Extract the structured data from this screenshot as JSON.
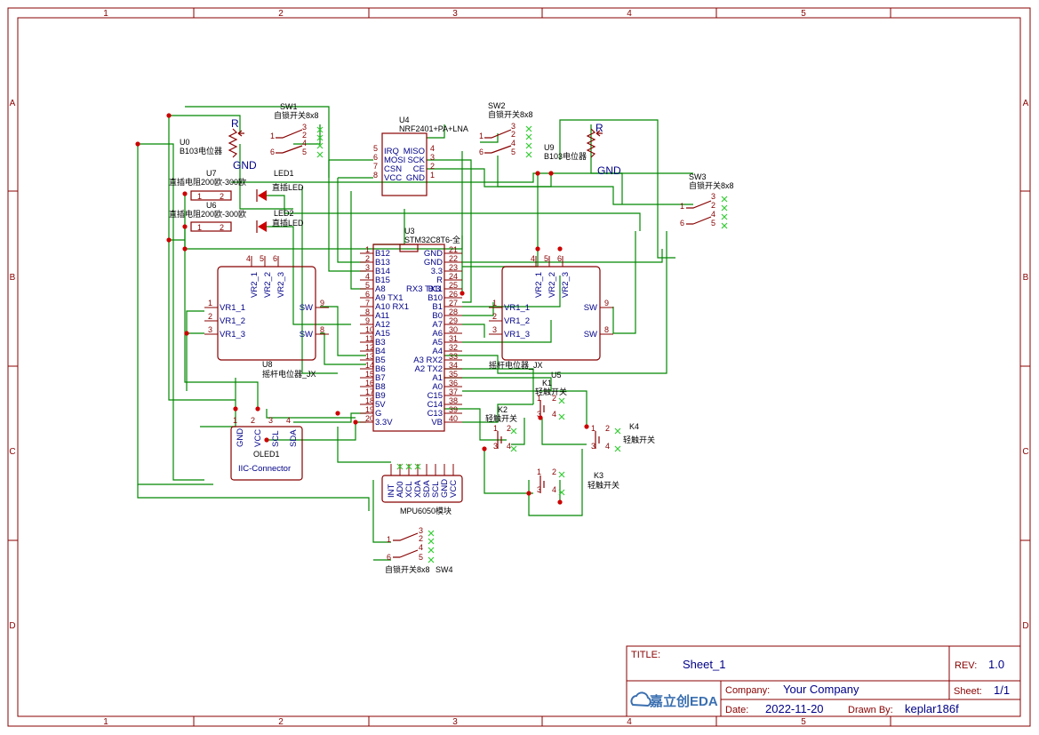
{
  "frame": {
    "columns": [
      "1",
      "2",
      "3",
      "4",
      "5"
    ],
    "rows": [
      "A",
      "B",
      "C",
      "D"
    ]
  },
  "title_block": {
    "title_label": "TITLE:",
    "title": "Sheet_1",
    "rev_label": "REV:",
    "rev": "1.0",
    "company_label": "Company:",
    "company": "Your Company",
    "sheet_label": "Sheet:",
    "sheet": "1/1",
    "date_label": "Date:",
    "date": "2022-11-20",
    "drawn_by_label": "Drawn By:",
    "drawn_by": "keplar186f",
    "logo_text": "嘉立创EDA"
  },
  "components": {
    "u4": {
      "designator": "U4",
      "value": "NRF2401+PA+LNA",
      "pins_left": [
        "IRQ",
        "MOSI",
        "CSN",
        "VCC"
      ],
      "pins_left_num": [
        "5",
        "6",
        "7",
        "8"
      ],
      "pins_right": [
        "MISO",
        "SCK",
        "CE",
        "GND"
      ],
      "pins_right_num": [
        "4",
        "3",
        "2",
        "1"
      ]
    },
    "u3": {
      "designator": "U3",
      "value": "STM32C8T6-全",
      "left_pins": [
        "B12",
        "B13",
        "B14",
        "B15",
        "A8",
        "A9 TX1",
        "A10 RX1",
        "A11",
        "A12",
        "A15",
        "B3",
        "B4",
        "B5",
        "B6",
        "B7",
        "B8",
        "B9",
        "5V",
        "G",
        "3.3V"
      ],
      "left_nums": [
        "1",
        "2",
        "3",
        "4",
        "5",
        "6",
        "7",
        "8",
        "9",
        "10",
        "11",
        "12",
        "13",
        "14",
        "15",
        "16",
        "17",
        "18",
        "19",
        "20"
      ],
      "right_pins": [
        "GND",
        "GND",
        "3.3",
        "R",
        "B11",
        "B10",
        "B1",
        "B0",
        "A7",
        "A6",
        "A5",
        "A4",
        "A3 RX2",
        "A2 TX2",
        "A1",
        "A0",
        "C15",
        "C14",
        "C13",
        "VB"
      ],
      "right_nums": [
        "21",
        "22",
        "23",
        "24",
        "25",
        "26",
        "27",
        "28",
        "29",
        "30",
        "31",
        "32",
        "33",
        "34",
        "35",
        "36",
        "37",
        "38",
        "39",
        "40"
      ],
      "rx3tx3": "RX3 TX3"
    },
    "u8": {
      "designator": "U8",
      "value": "摇杆电位器_JX",
      "vr2": [
        "VR2_1",
        "VR2_2",
        "VR2_3"
      ],
      "vr2_nums": [
        "4",
        "5",
        "6"
      ],
      "vr1": [
        "VR1_1",
        "VR1_2",
        "VR1_3"
      ],
      "vr1_nums": [
        "1",
        "2",
        "3"
      ],
      "sw": [
        "SW",
        "SW"
      ],
      "sw_nums": [
        "9",
        "8"
      ]
    },
    "u9_joy": {
      "designator": "",
      "value": "摇杆电位器_JX",
      "vr2": [
        "VR2_1",
        "VR2_2",
        "VR2_3"
      ],
      "vr2_nums": [
        "4",
        "5",
        "6"
      ],
      "vr1": [
        "VR1_1",
        "VR1_2",
        "VR1_3"
      ],
      "vr1_nums": [
        "1",
        "2",
        "3"
      ],
      "sw": [
        "SW",
        "SW"
      ],
      "sw_nums": [
        "9",
        "8"
      ]
    },
    "u0": {
      "designator": "U0",
      "value": "B103电位器",
      "r_label": "R",
      "gnd_label": "GND"
    },
    "u9": {
      "designator": "U9",
      "value": "B103电位器",
      "r_label": "R",
      "gnd_label": "GND"
    },
    "sw1": {
      "designator": "SW1",
      "value": "自锁开关8x8",
      "nums": [
        "1",
        "6",
        "3",
        "2",
        "4",
        "5"
      ]
    },
    "sw2": {
      "designator": "SW2",
      "value": "自锁开关8x8",
      "nums": [
        "1",
        "6",
        "3",
        "2",
        "4",
        "5"
      ]
    },
    "sw3": {
      "designator": "SW3",
      "value": "自锁开关8x8",
      "nums": [
        "1",
        "6",
        "3",
        "2",
        "4",
        "5"
      ]
    },
    "sw4": {
      "designator": "SW4",
      "value": "自锁开关8x8",
      "nums": [
        "1",
        "6",
        "3",
        "2",
        "4",
        "5"
      ]
    },
    "u7": {
      "designator": "U7",
      "value": "直插电阻200欧-300欧",
      "nums": [
        "1",
        "2"
      ]
    },
    "u6": {
      "designator": "U6",
      "value": "直插电阻200欧-300欧",
      "nums": [
        "1",
        "2"
      ]
    },
    "led1": {
      "designator": "LED1",
      "value": "直插LED"
    },
    "led2": {
      "designator": "LED2",
      "value": "直插LED"
    },
    "oled1": {
      "designator": "OLED1",
      "value": "IIC-Connector",
      "pins": [
        "GND",
        "VCC",
        "SCL",
        "SDA"
      ],
      "nums": [
        "1",
        "2",
        "3",
        "4"
      ]
    },
    "mpu": {
      "designator": "",
      "value": "MPU6050模块",
      "pins": [
        "INT",
        "AD0",
        "XCL",
        "XDA",
        "SDA",
        "SCL",
        "GND",
        "VCC"
      ]
    },
    "u5": {
      "designator": "U5",
      "value": ""
    },
    "k1": {
      "designator": "K1",
      "value": "轻触开关",
      "nums": [
        "1",
        "2",
        "3",
        "4"
      ]
    },
    "k2": {
      "designator": "K2",
      "value": "轻触开关",
      "nums": [
        "1",
        "2",
        "3",
        "4"
      ]
    },
    "k3": {
      "designator": "K3",
      "value": "轻触开关",
      "nums": [
        "1",
        "2",
        "3",
        "4"
      ]
    },
    "k4": {
      "designator": "K4",
      "value": "轻触开关",
      "nums": [
        "1",
        "2",
        "3",
        "4"
      ]
    }
  },
  "colors": {
    "frame": "#880000",
    "wire": "#008800",
    "pin_name": "#000088",
    "junction": "#cc0000",
    "no_connect": "#33cc33"
  }
}
